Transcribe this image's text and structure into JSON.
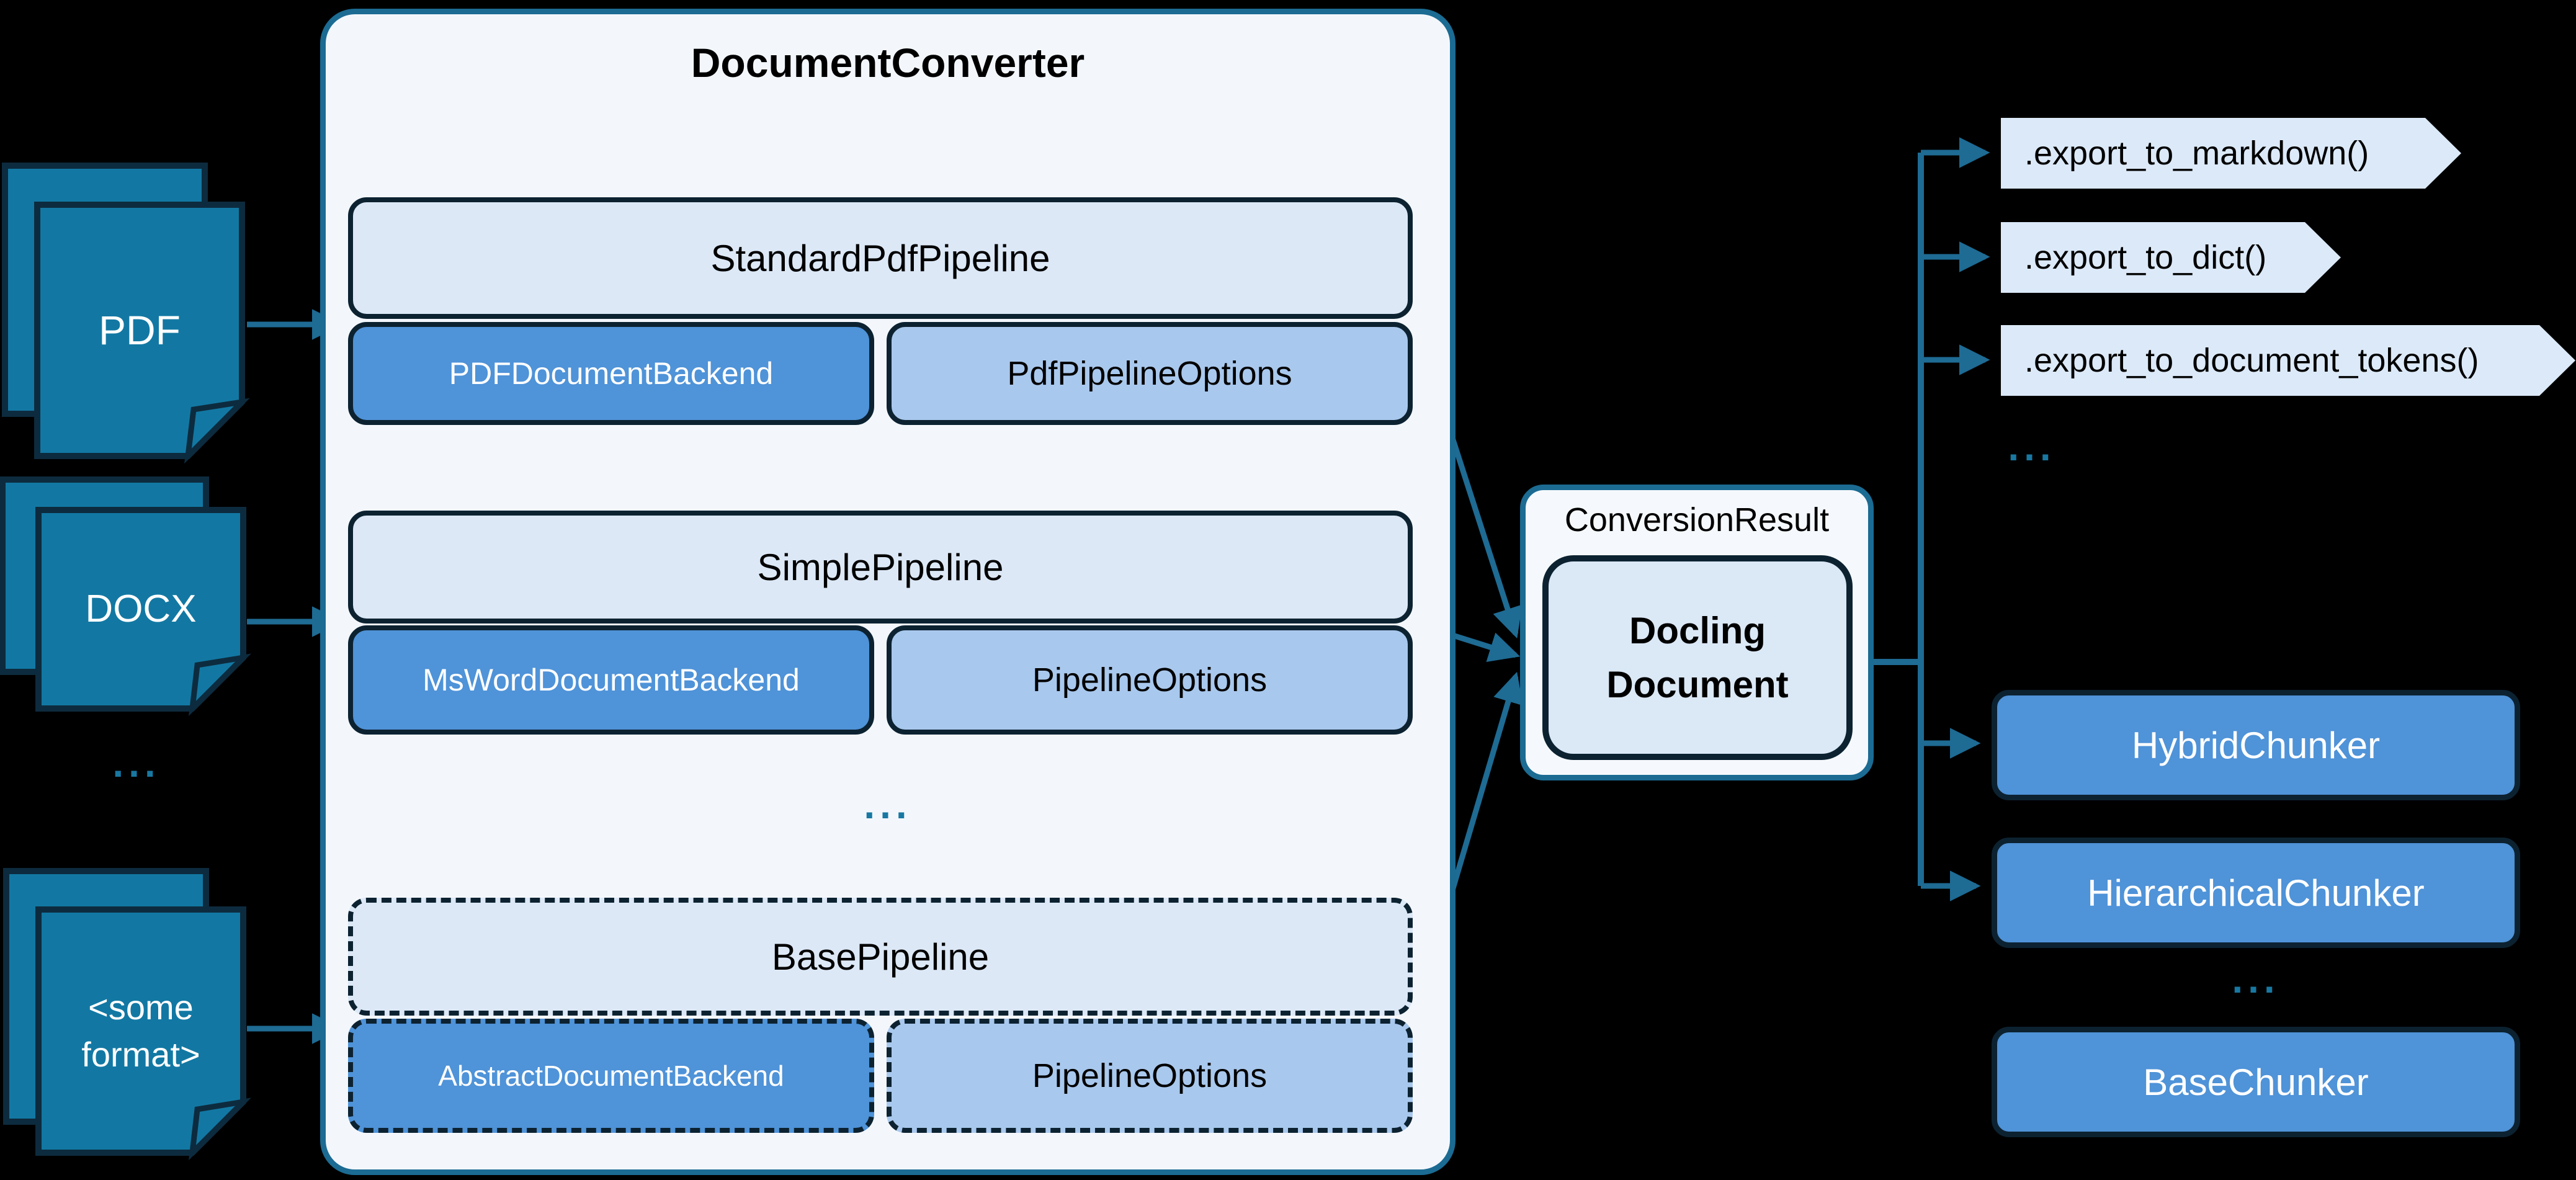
{
  "colors": {
    "canvas_bg": "#000000",
    "container_fill": "#f3f7fc",
    "container_border": "#1b6b93",
    "pipeline_header_fill": "#dce8f6",
    "backend_fill": "#4f93d8",
    "options_fill": "#a9c8ed",
    "dark_border": "#0c2231",
    "doc_icon_fill": "#1278a3",
    "connector": "#1e6b94",
    "export_tag_fill": "#dce9f8",
    "result_fill": "#f5f9fd",
    "docling_fill": "#dbe8f6",
    "ellipsis": "#1878a2"
  },
  "sources": {
    "items": [
      {
        "label": "PDF"
      },
      {
        "label": "DOCX"
      },
      {
        "label": "<some format>"
      }
    ],
    "ellipsis": "..."
  },
  "converter": {
    "title": "DocumentConverter",
    "pipelines": [
      {
        "name": "StandardPdfPipeline",
        "backend": "PDFDocumentBackend",
        "options": "PdfPipelineOptions"
      },
      {
        "name": "SimplePipeline",
        "backend": "MsWordDocumentBackend",
        "options": "PipelineOptions"
      },
      {
        "name": "BasePipeline",
        "backend": "AbstractDocumentBackend",
        "options": "PipelineOptions"
      }
    ],
    "ellipsis": "..."
  },
  "result": {
    "label": "ConversionResult",
    "document": "Docling Document"
  },
  "exports": {
    "methods": [
      ".export_to_markdown()",
      ".export_to_dict()",
      ".export_to_document_tokens()"
    ],
    "ellipsis": "..."
  },
  "chunkers": {
    "items": [
      "HybridChunker",
      "HierarchicalChunker"
    ],
    "ellipsis": "...",
    "base": "BaseChunker"
  }
}
